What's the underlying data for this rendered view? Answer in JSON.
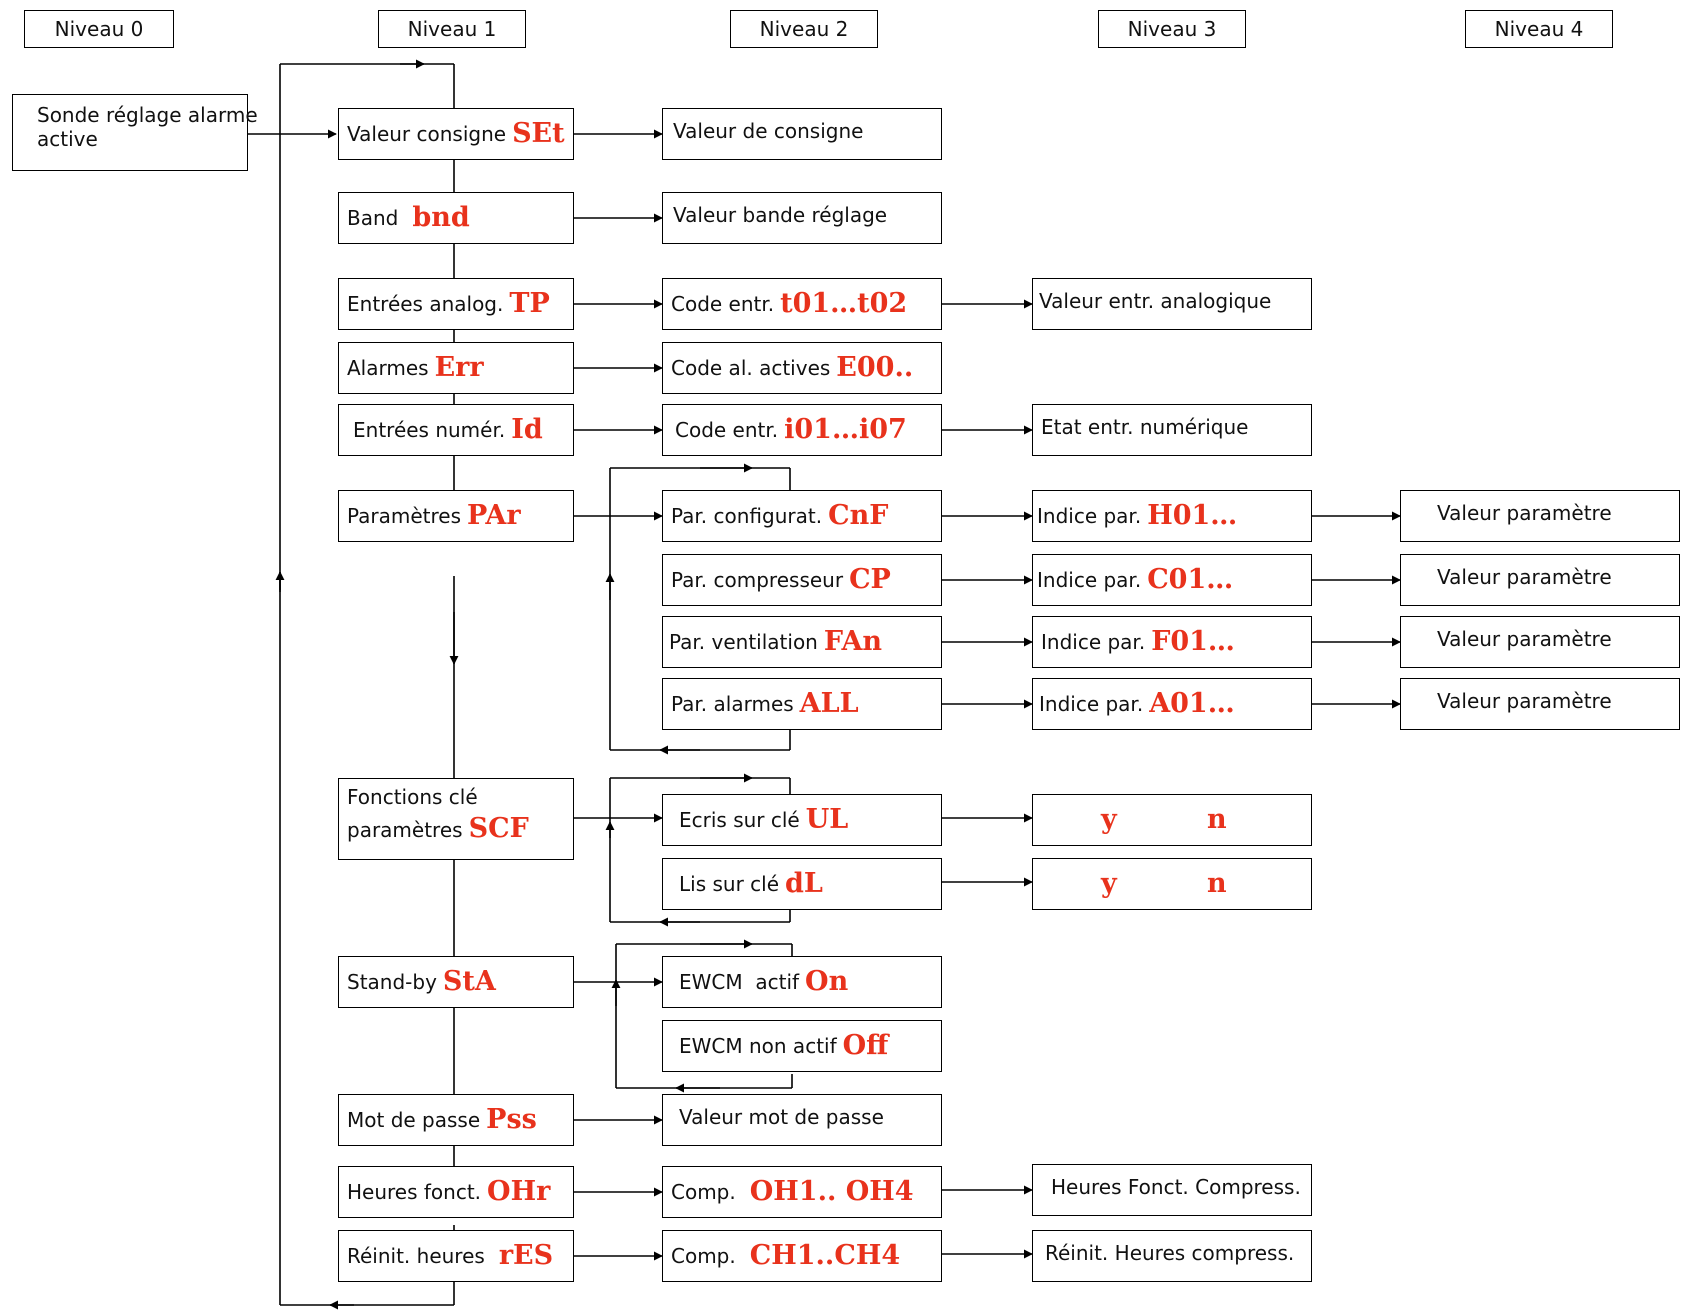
{
  "levels": [
    "Niveau 0",
    "Niveau 1",
    "Niveau 2",
    "Niveau 3",
    "Niveau 4"
  ],
  "level0": {
    "line1": "Sonde réglage alarme",
    "line2": "active"
  },
  "level1": [
    {
      "label": "Valeur consigne",
      "code": "SEt"
    },
    {
      "label": "Band",
      "code": "bnd"
    },
    {
      "label": "Entrées analog.",
      "code": "TP"
    },
    {
      "label": "Alarmes",
      "code": "Err"
    },
    {
      "label": "Entrées numér.",
      "code": "Id"
    },
    {
      "label": "Paramètres",
      "code": "PAr"
    },
    {
      "label": "Fonctions clé",
      "label2": "paramètres",
      "code": "SCF"
    },
    {
      "label": "Stand-by",
      "code": "StA"
    },
    {
      "label": "Mot de passe",
      "code": "Pss"
    },
    {
      "label": "Heures fonct.",
      "code": "OHr"
    },
    {
      "label": "Réinit. heures",
      "code": "rES"
    }
  ],
  "level2": {
    "set_value": "Valeur de consigne",
    "band_value": "Valeur bande réglage",
    "tp": {
      "label": "Code entr.",
      "code": "t01…t02"
    },
    "err": {
      "label": "Code al. actives",
      "code": "E00.."
    },
    "id": {
      "label": "Code entr.",
      "code": "i01…i07"
    },
    "par": [
      {
        "label": "Par. configurat.",
        "code": "CnF"
      },
      {
        "label": "Par. compresseur",
        "code": "CP"
      },
      {
        "label": "Par. ventilation",
        "code": "FAn"
      },
      {
        "label": "Par. alarmes",
        "code": "ALL"
      }
    ],
    "scf": [
      {
        "label": "Ecris sur clé",
        "code": "UL"
      },
      {
        "label": "Lis sur clé",
        "code": "dL"
      }
    ],
    "sta": [
      {
        "label": "EWCM  actif",
        "code": "On"
      },
      {
        "label": "EWCM non actif",
        "code": "Off"
      }
    ],
    "pss_value": "Valeur mot de passe",
    "ohr": {
      "label": "Comp.",
      "code": "OH1.. OH4"
    },
    "res": {
      "label": "Comp.",
      "code": "CH1..CH4"
    }
  },
  "level3": {
    "tp_value": "Valeur entr. analogique",
    "id_value": "Etat entr. numérique",
    "par_index": [
      {
        "label": "Indice par.",
        "code": "H01…"
      },
      {
        "label": "Indice par.",
        "code": "C01…"
      },
      {
        "label": "Indice par.",
        "code": "F01…"
      },
      {
        "label": "Indice par.",
        "code": "A01…"
      }
    ],
    "yn": {
      "yes": "y",
      "no": "n"
    },
    "ohr_value": "Heures Fonct. Compress.",
    "res_value": "Réinit. Heures compress."
  },
  "level4": {
    "param_value": "Valeur paramètre"
  },
  "colors": {
    "code": "#e8321c",
    "line": "#000000"
  }
}
